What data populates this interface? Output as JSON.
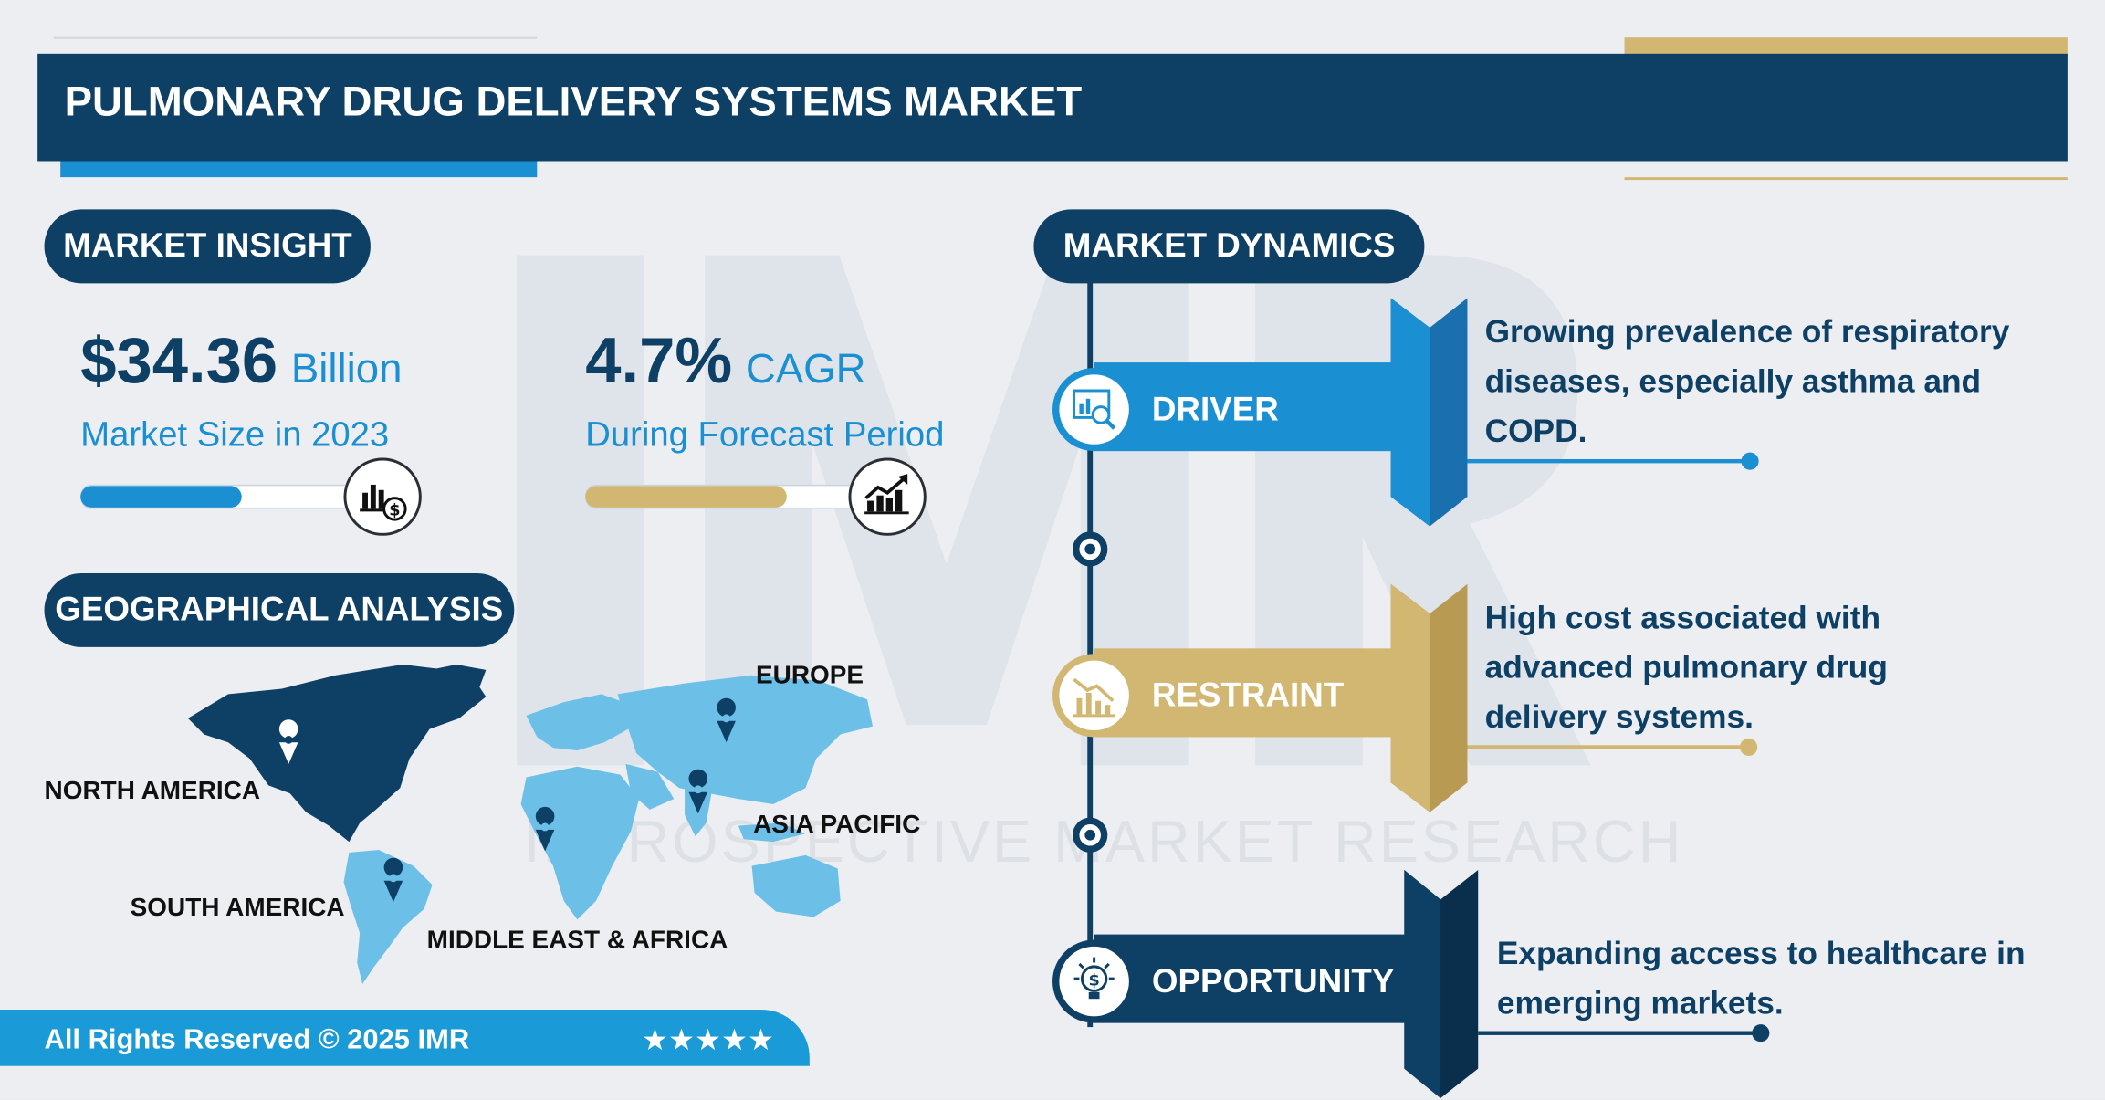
{
  "title": "PULMONARY DRUG DELIVERY SYSTEMS MARKET",
  "sections": {
    "insight": "MARKET INSIGHT",
    "geo": "GEOGRAPHICAL ANALYSIS",
    "dynamics": "MARKET DYNAMICS"
  },
  "stats": {
    "size_value": "$34.36",
    "size_unit": "Billion",
    "size_caption": "Market Size in 2023",
    "cagr_value": "4.7%",
    "cagr_unit": "CAGR",
    "cagr_caption": "During Forecast Period"
  },
  "regions": {
    "north_america": "NORTH AMERICA",
    "south_america": "SOUTH AMERICA",
    "europe": "EUROPE",
    "asia_pacific": "ASIA PACIFIC",
    "mea": "MIDDLE EAST & AFRICA"
  },
  "dynamics": {
    "driver_label": "DRIVER",
    "driver_text": "Growing prevalence of respiratory diseases, especially asthma and COPD.",
    "restraint_label": "RESTRAINT",
    "restraint_text": "High cost associated with advanced pulmonary drug delivery systems.",
    "opportunity_label": "OPPORTUNITY",
    "opportunity_text": "Expanding access to healthcare in emerging markets."
  },
  "watermark": {
    "logo": "IMR",
    "text": "INTROSPECTIVE MARKET RESEARCH"
  },
  "footer": {
    "copyright": "All Rights Reserved © 2025 IMR",
    "stars": "★★★★★"
  },
  "colors": {
    "navy": "#0e4066",
    "blue": "#1a8fd2",
    "gold": "#d2b772",
    "light_blue_map": "#6cc0e8"
  }
}
